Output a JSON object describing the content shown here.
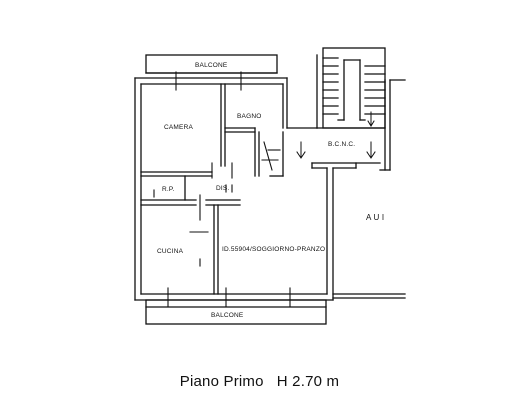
{
  "rooms": {
    "balcone_top": "BALCONE",
    "camera": "CAMERA",
    "bagno": "BAGNO",
    "bcnc": "B.C.N.C.",
    "rip": "R.P.",
    "dis": "DIS.",
    "aui": "A U I",
    "cucina": "CUCINA",
    "soggiorno": "ID.55904/SOGGIORNO-PRANZO",
    "balcone_bottom": "BALCONE"
  },
  "caption": "Piano Primo   H 2.70 m",
  "colors": {
    "line": "#111111"
  }
}
